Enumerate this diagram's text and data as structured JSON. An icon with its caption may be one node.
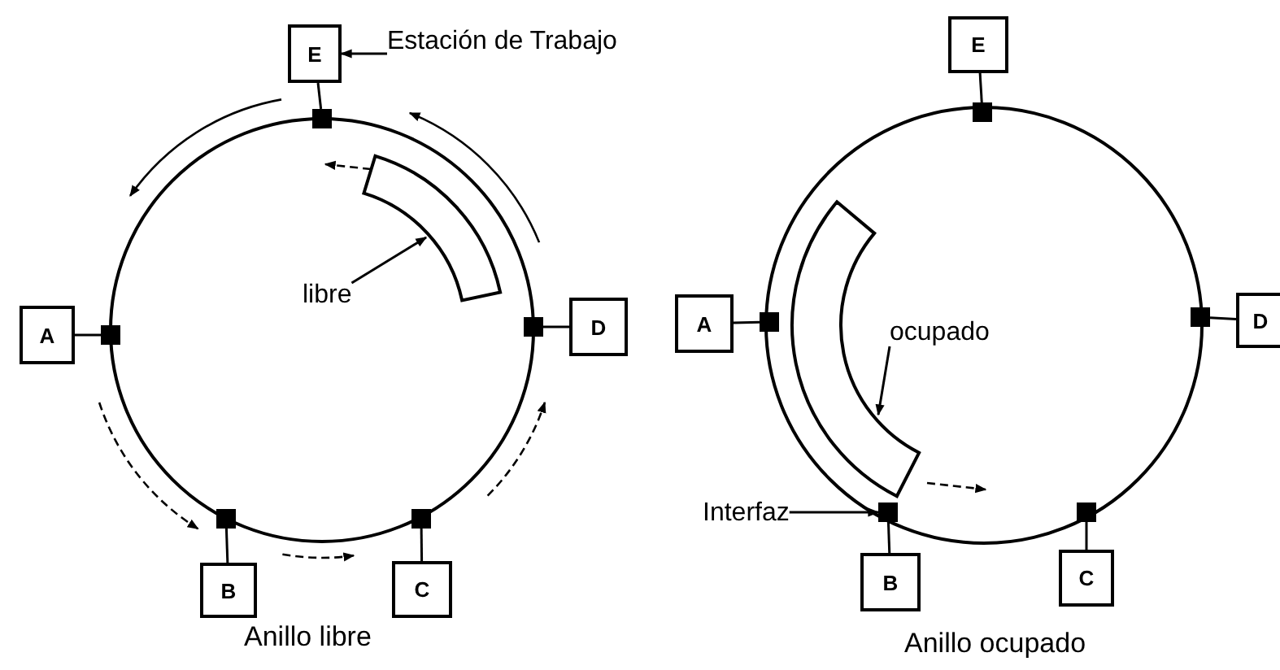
{
  "diagram": {
    "nodes": [
      {
        "text": [
          "Estación de Trabajo"
        ]
      },
      {
        "text": [
          "E"
        ]
      },
      {
        "text": [],
        "shape": "box"
      },
      {
        "text": [
          "A"
        ]
      },
      {
        "text": [],
        "shape": "box"
      },
      {
        "text": [
          "libre"
        ]
      },
      {
        "text": [],
        "shape": "bar"
      },
      {
        "text": [
          "D"
        ]
      },
      {
        "text": [],
        "shape": "box"
      },
      {
        "text": [
          "B"
        ]
      },
      {
        "text": [],
        "shape": "box"
      },
      {
        "text": [
          "C"
        ]
      },
      {
        "text": [],
        "shape": "box"
      },
      {
        "text": [
          "E"
        ]
      },
      {
        "text": [],
        "shape": "box"
      },
      {
        "text": [
          "A"
        ]
      },
      {
        "text": [],
        "shape": "box"
      },
      {
        "text": [
          "ocupado"
        ]
      },
      {
        "text": [],
        "shape": "bar"
      },
      {
        "text": [
          "D"
        ]
      },
      {
        "text": [],
        "shape": "box"
      },
      {
        "text": [
          "Interfaz"
        ]
      },
      {
        "text": [],
        "shape": "box"
      },
      {
        "text": [
          "B"
        ]
      },
      {
        "text": [
          "C"
        ]
      },
      {
        "text": [],
        "shape": "box"
      }
    ],
    "edges": [
      {
        "from": 0,
        "to": 1,
        "arrow": "to"
      },
      {
        "from": 1,
        "to": 2,
        "arrow": "none"
      },
      {
        "from": 3,
        "to": 4,
        "arrow": "none"
      },
      {
        "from": 5,
        "to": 6,
        "arrow": "to"
      },
      {
        "from": 7,
        "to": 8,
        "arrow": "none"
      },
      {
        "from": 9,
        "to": 10,
        "arrow": "none"
      },
      {
        "from": 11,
        "to": 12,
        "arrow": "none"
      },
      {
        "from": 13,
        "to": 14,
        "arrow": "none"
      },
      {
        "from": 15,
        "to": 16,
        "arrow": "none"
      },
      {
        "from": 17,
        "to": 18,
        "arrow": "to"
      },
      {
        "from": 19,
        "to": 20,
        "arrow": "none"
      },
      {
        "from": 21,
        "to": 22,
        "arrow": "to"
      },
      {
        "from": 23,
        "to": 22,
        "arrow": "none"
      },
      {
        "from": 24,
        "to": 25,
        "arrow": "none"
      }
    ],
    "labels": [
      "Anillo libre",
      "Anillo ocupado"
    ]
  }
}
